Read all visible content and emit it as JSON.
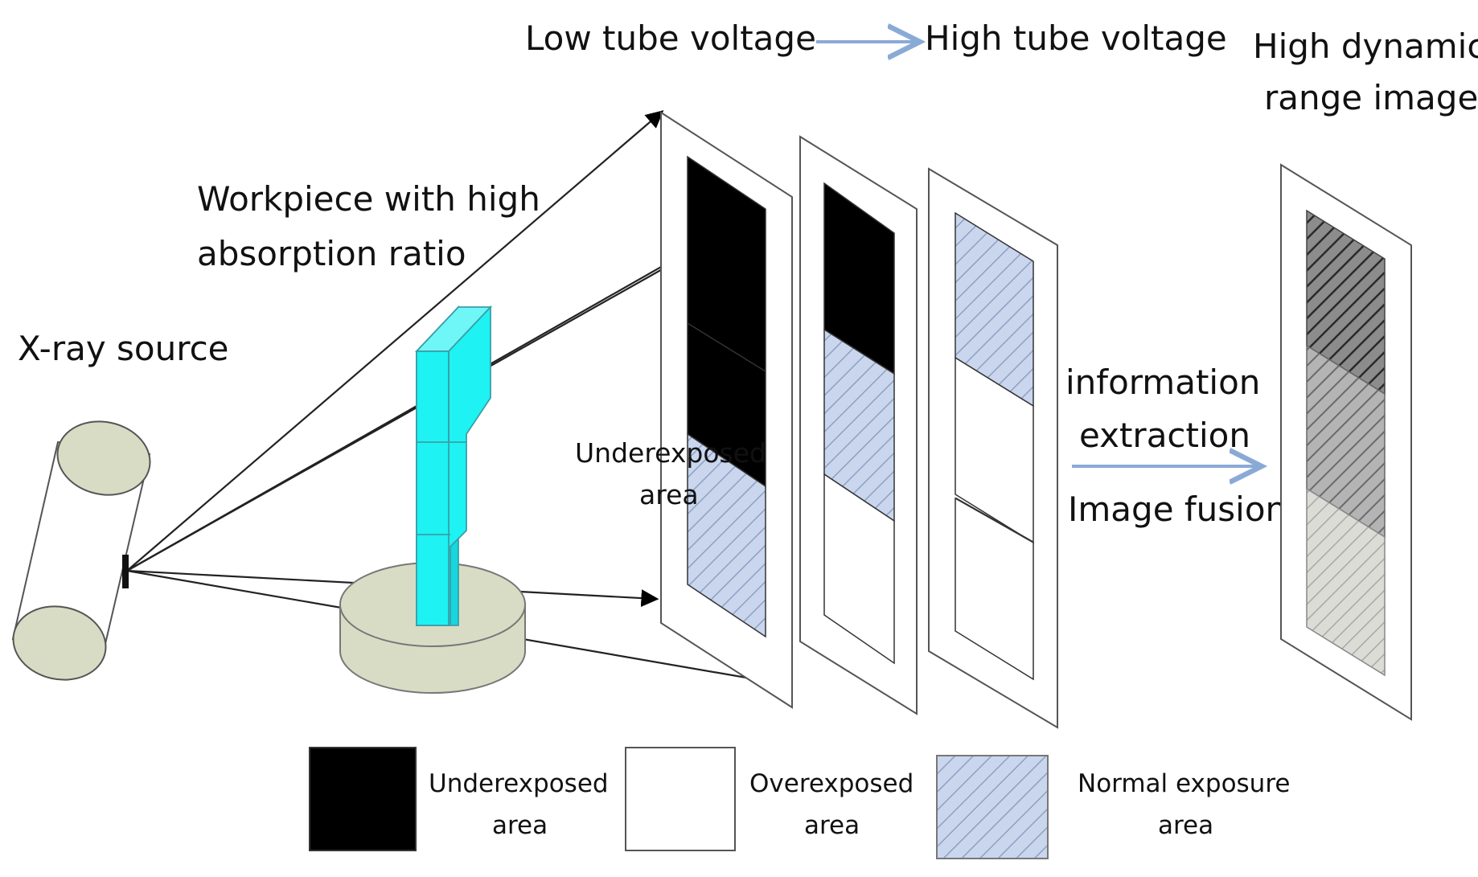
{
  "title_arrow": {
    "from": "Low tube voltage",
    "to": "High tube voltage"
  },
  "hdr_label": [
    "High dynamic",
    "range image"
  ],
  "workpiece_label": [
    "Workpiece with high",
    "absorption ratio"
  ],
  "source_label": "X-ray source",
  "inline_label": [
    "Underexposed",
    "area"
  ],
  "process_label": {
    "line1": "information",
    "line2": "extraction",
    "line3": "Image fusion"
  },
  "legend": [
    {
      "lines": [
        "Underexposed",
        "area"
      ],
      "swatch": "underexposed"
    },
    {
      "lines": [
        "Overexposed",
        "area"
      ],
      "swatch": "overexposed"
    },
    {
      "lines": [
        "Normal exposure",
        "area"
      ],
      "swatch": "normal"
    }
  ],
  "colors": {
    "underexposed": "#000000",
    "overexposed": "#ffffff",
    "normal": "#c9d6ee",
    "hatch": "#8fa0c0",
    "workpiece": "#1ef2f2",
    "source_fill": "#d9dcc4",
    "arrow_blue": "#8aaad6"
  },
  "icons": {
    "source": "x-ray-tube-icon",
    "workpiece": "workpiece-icon",
    "turntable": "turntable-icon"
  }
}
